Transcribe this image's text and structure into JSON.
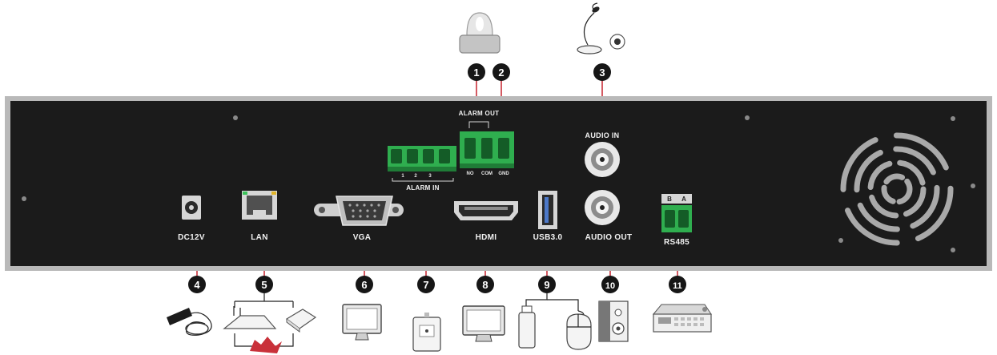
{
  "ports": {
    "alarm_out": "ALARM OUT",
    "alarm_in": "ALARM IN",
    "audio_in": "AUDIO IN",
    "audio_out": "AUDIO OUT",
    "dc12v": "DC12V",
    "lan": "LAN",
    "vga": "VGA",
    "hdmi": "HDMI",
    "usb": "USB3.0",
    "rs485": "RS485",
    "rs485_pins": [
      "B",
      "A"
    ],
    "alarm_out_pins": [
      "NO",
      "COM",
      "GND"
    ],
    "alarm_in_pins": [
      "1",
      "2",
      "3"
    ]
  },
  "callouts": [
    "1",
    "2",
    "3",
    "4",
    "5",
    "6",
    "7",
    "8",
    "9",
    "10",
    "11"
  ],
  "colors": {
    "panel": "#1b1b1b",
    "frame": "#b9b9b9",
    "terminal_green": "#2fae4f",
    "callout_fill": "#161616",
    "leader_line": "#c9313a"
  },
  "devices": [
    "alarm-siren-icon",
    "microphone-icon",
    "power-adapter-icon",
    "router-icon",
    "network-switch-icon",
    "vga-monitor-icon",
    "alarm-sensor-icon",
    "hdmi-monitor-icon",
    "usb-drive-icon",
    "mouse-icon",
    "speaker-icon",
    "ptz-keyboard-icon"
  ]
}
